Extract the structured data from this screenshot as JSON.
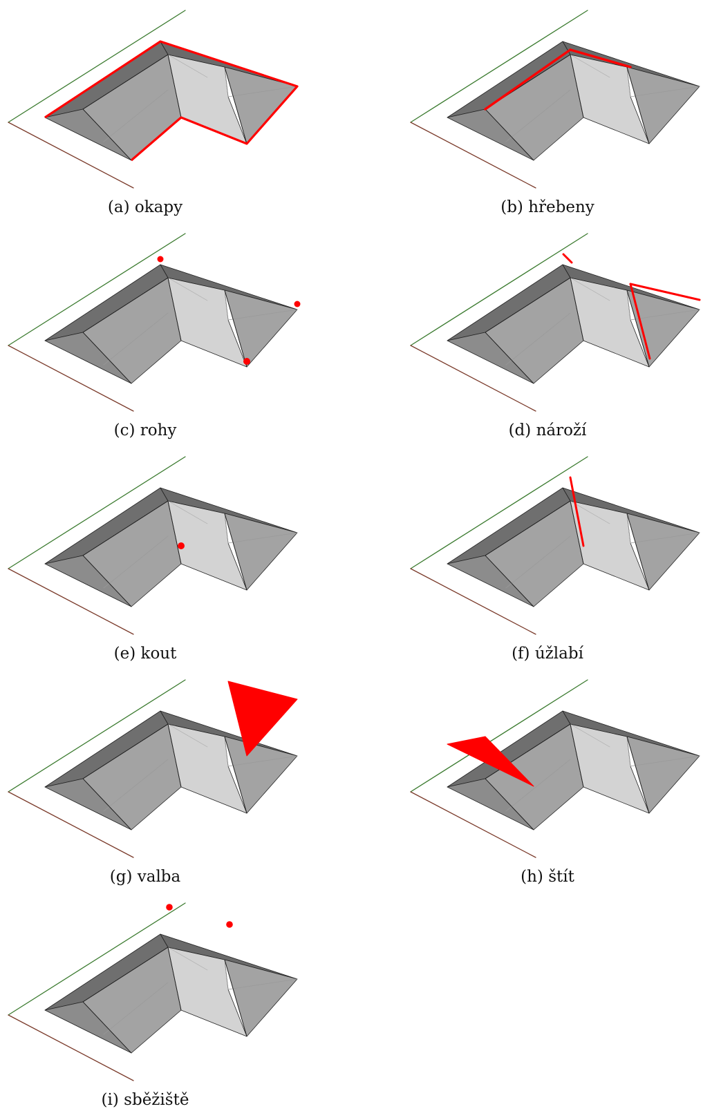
{
  "colors": {
    "axis_green": "#3a7a2e",
    "axis_brown": "#7a3a2a",
    "face_dark": "#8c8c8c",
    "face_mid": "#a3a3a3",
    "face_light": "#d3d3d3",
    "edge": "#222222",
    "highlight": "#ff0000"
  },
  "panels": [
    {
      "id": "a",
      "caption": "(a) okapy",
      "highlight": "eaves"
    },
    {
      "id": "b",
      "caption": "(b) hřebeny",
      "highlight": "ridges"
    },
    {
      "id": "c",
      "caption": "(c) rohy",
      "highlight": "corners"
    },
    {
      "id": "d",
      "caption": "(d) nároží",
      "highlight": "hips"
    },
    {
      "id": "e",
      "caption": "(e) kout",
      "highlight": "inner-corner"
    },
    {
      "id": "f",
      "caption": "(f) úžlabí",
      "highlight": "valley"
    },
    {
      "id": "g",
      "caption": "(g) valba",
      "highlight": "hip-face"
    },
    {
      "id": "h",
      "caption": "(h) štít",
      "highlight": "gable"
    },
    {
      "id": "i",
      "caption": "(i) sběžiště",
      "highlight": "ridge-junctions"
    }
  ]
}
